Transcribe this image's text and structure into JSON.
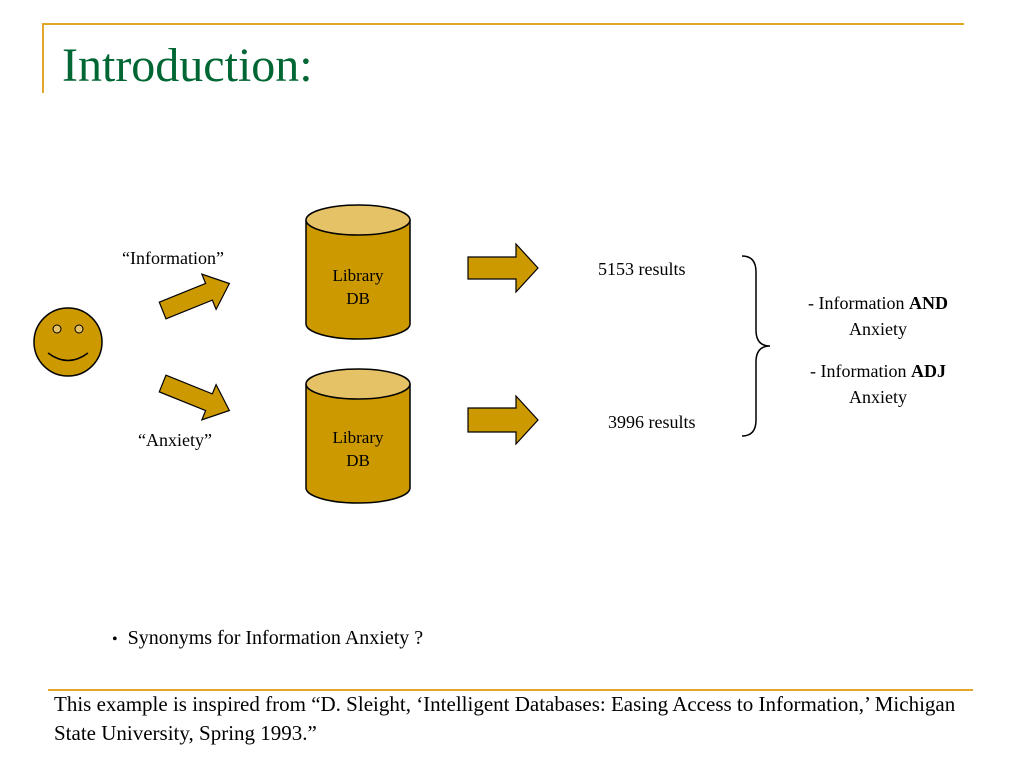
{
  "title": "Introduction:",
  "diagram": {
    "query_top": "“Information”",
    "query_bottom": "“Anxiety”",
    "db_top": {
      "line1": "Library",
      "line2": "DB"
    },
    "db_bottom": {
      "line1": "Library",
      "line2": "DB"
    },
    "results_top": "5153 results",
    "results_bottom": "3996 results",
    "combo_and": {
      "prefix": "- Information ",
      "op": "AND",
      "term": "Anxiety"
    },
    "combo_adj": {
      "prefix": "- Information ",
      "op": "ADJ",
      "term": "Anxiety"
    },
    "icons": [
      "smiley-face-icon",
      "database-cylinder-icon",
      "right-arrow-icon",
      "curly-brace-icon"
    ]
  },
  "bullet": "Synonyms for Information Anxiety ?",
  "footer": "This example is inspired from “D. Sleight, ‘Intelligent Databases: Easing Access  to Information,’ Michigan State University, Spring 1993.”",
  "colors": {
    "accent": "#E2A628",
    "title": "#006633",
    "shape_fill": "#CC9900",
    "shape_top": "#E6C266",
    "stroke": "#000000"
  }
}
